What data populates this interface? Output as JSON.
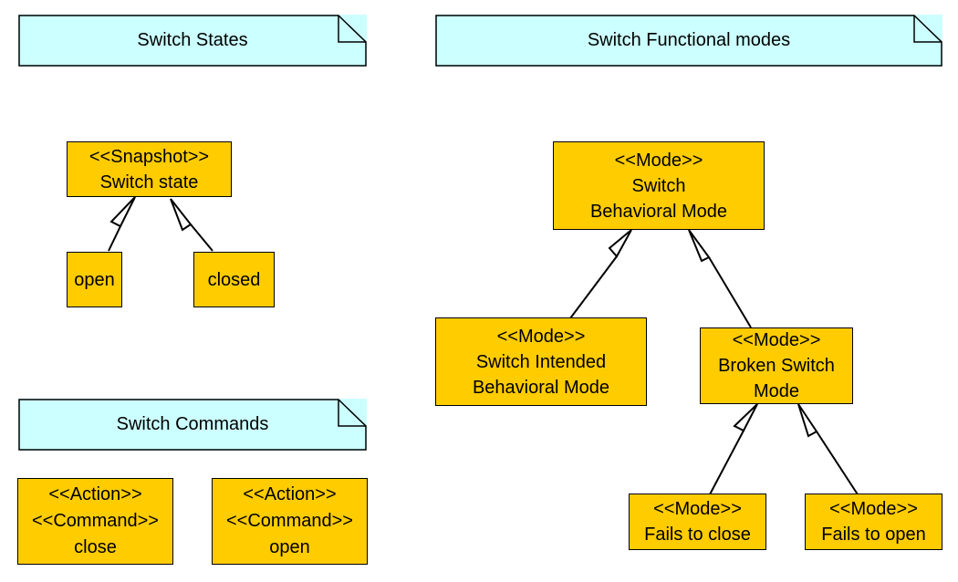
{
  "notes": {
    "states": "Switch States",
    "functional": "Switch Functional modes",
    "commands": "Switch Commands"
  },
  "states": {
    "parent": {
      "stereotype": "<<Snapshot>>",
      "name": "Switch state"
    },
    "open": "open",
    "closed": "closed"
  },
  "commands": [
    {
      "stereotype1": "<<Action>>",
      "stereotype2": "<<Command>>",
      "name": "close"
    },
    {
      "stereotype1": "<<Action>>",
      "stereotype2": "<<Command>>",
      "name": "open"
    }
  ],
  "modes": {
    "root": {
      "stereotype": "<<Mode>>",
      "line1": "Switch",
      "line2": "Behavioral Mode"
    },
    "intended": {
      "stereotype": "<<Mode>>",
      "line1": "Switch Intended",
      "line2": "Behavioral Mode"
    },
    "broken": {
      "stereotype": "<<Mode>>",
      "line1": "Broken Switch",
      "line2": "Mode"
    },
    "fails_close": {
      "stereotype": "<<Mode>>",
      "line1": "Fails to close"
    },
    "fails_open": {
      "stereotype": "<<Mode>>",
      "line1": "Fails to open"
    }
  }
}
